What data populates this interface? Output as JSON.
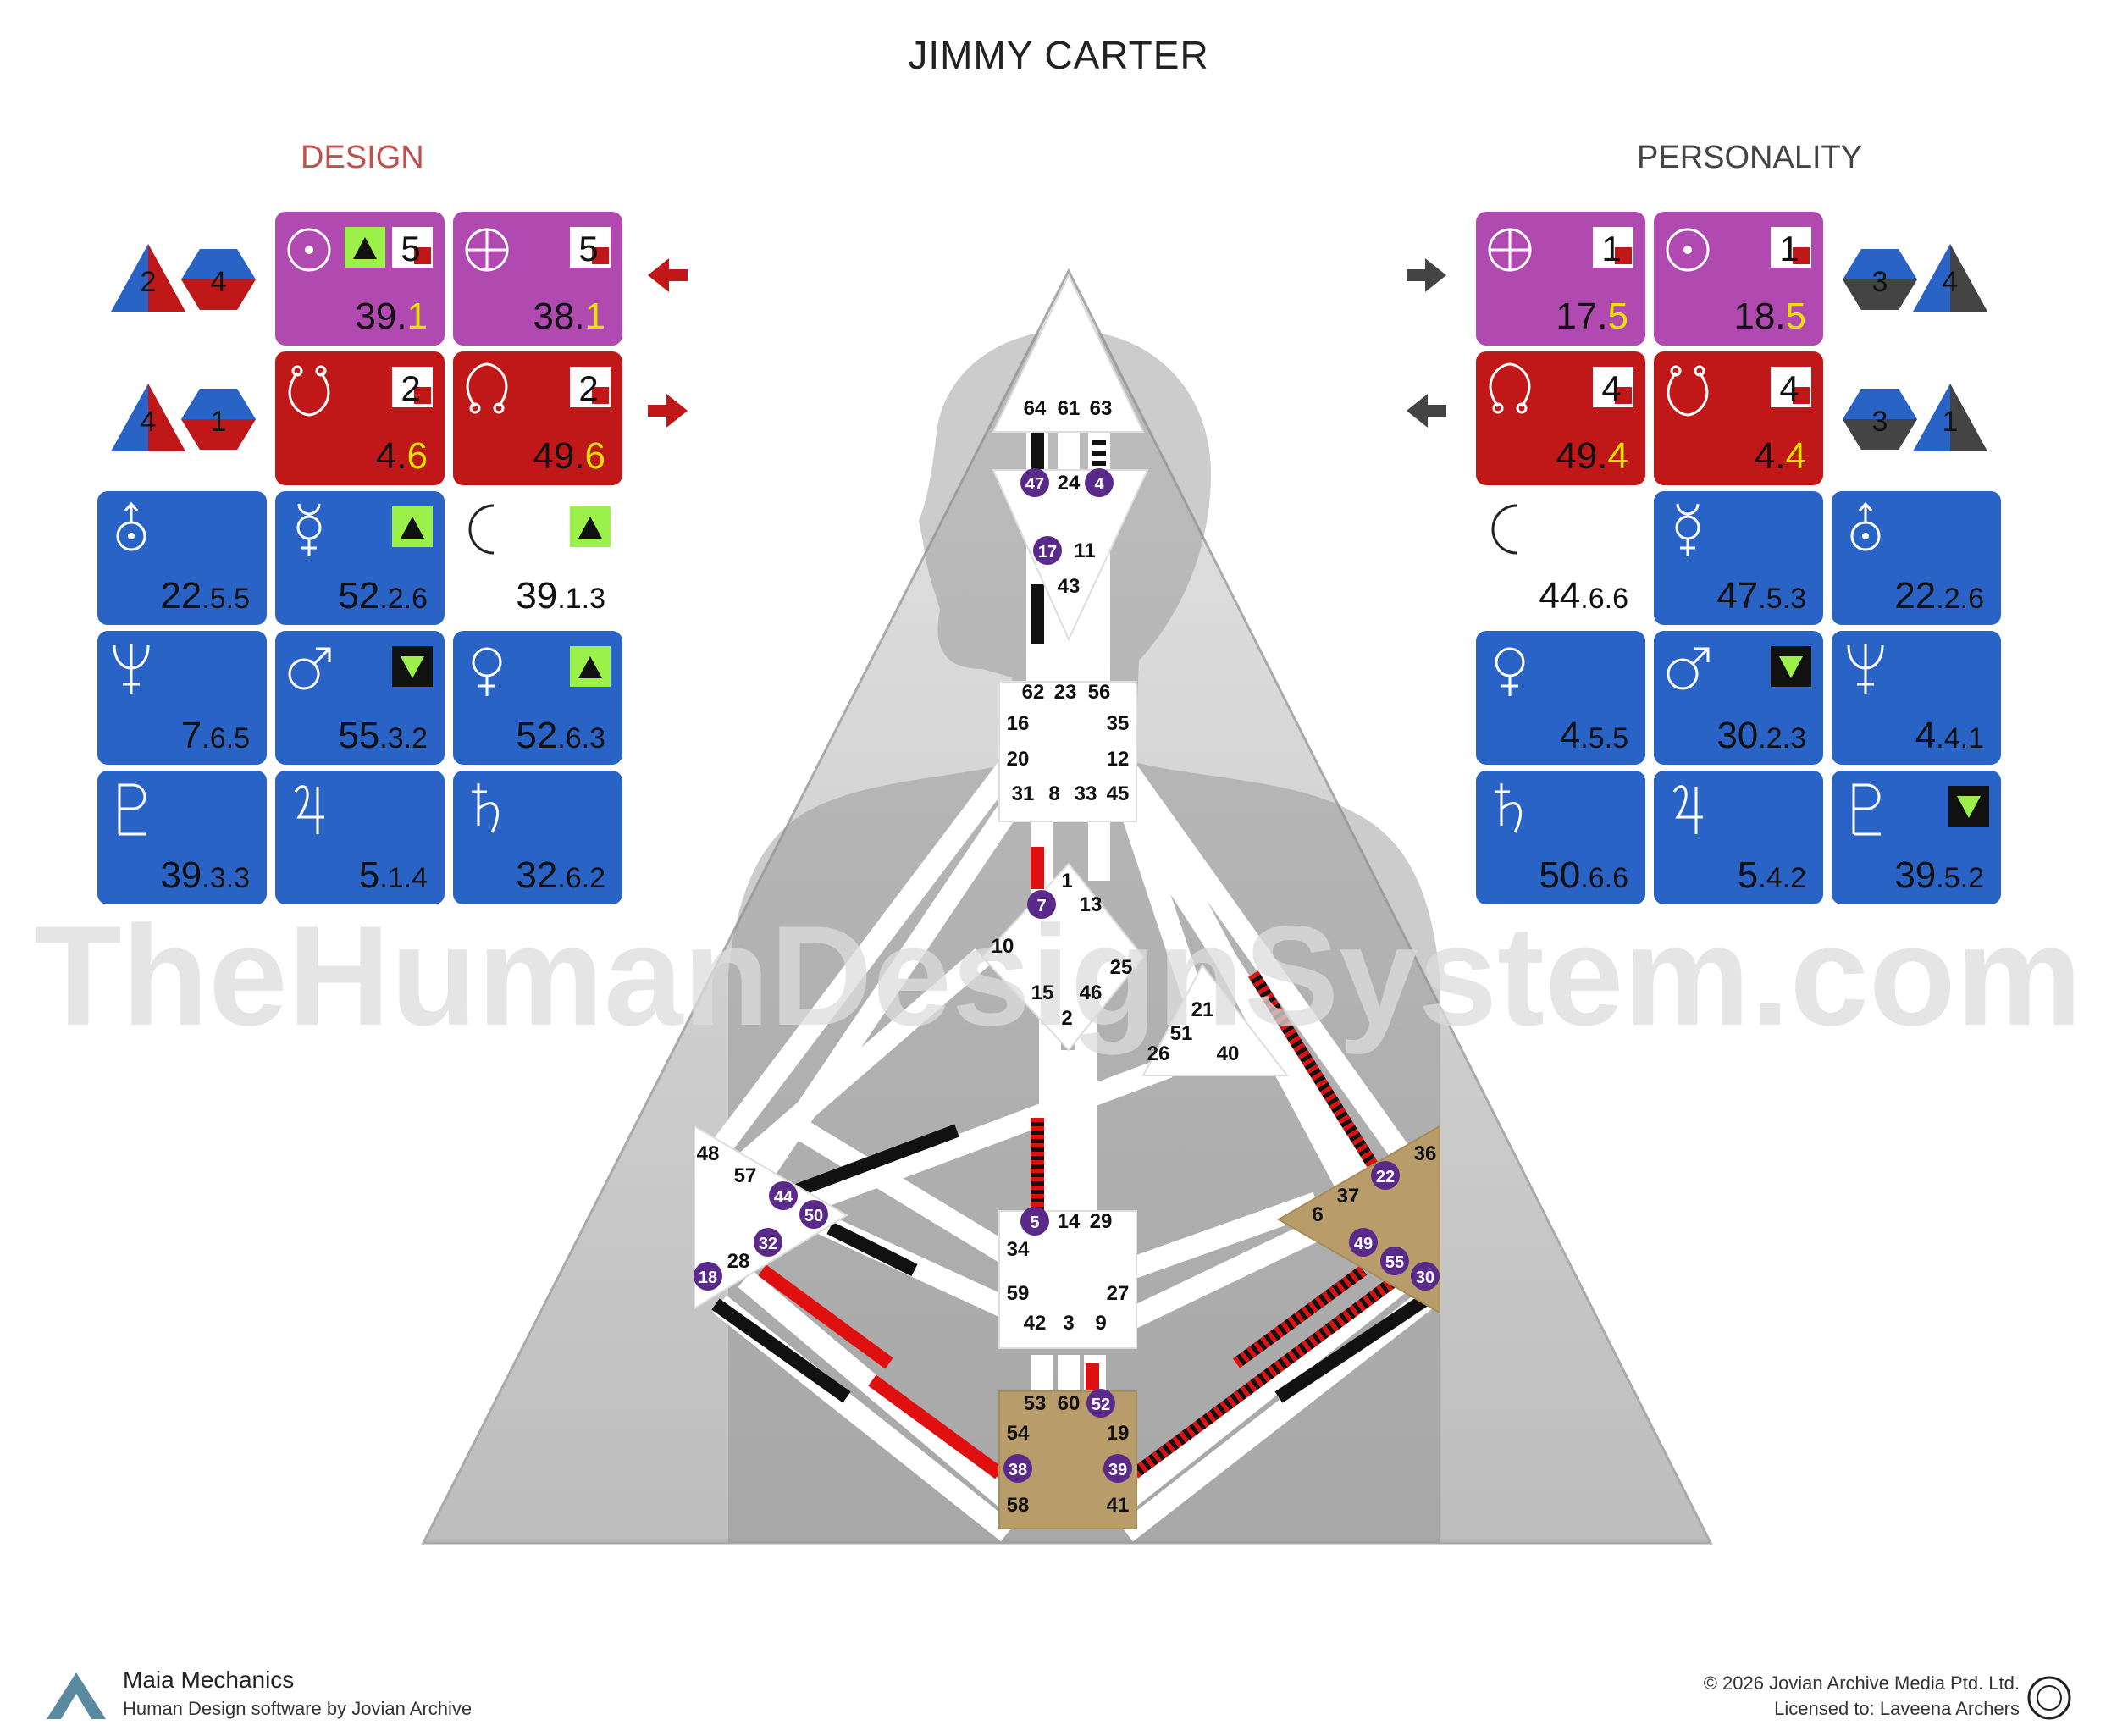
{
  "title": "JIMMY CARTER",
  "design": {
    "heading": "DESIGN",
    "row1": [
      {
        "symbol": "sun-icon",
        "value": "39",
        "line": "1",
        "line_color": "yellow",
        "badge": "5",
        "arrow": "up"
      },
      {
        "symbol": "earth-icon",
        "value": "38",
        "line": "1",
        "line_color": "yellow",
        "badge": "5"
      }
    ],
    "row2": [
      {
        "symbol": "south-node-icon",
        "value": "4",
        "line": "6",
        "line_color": "yellow",
        "badge": "2"
      },
      {
        "symbol": "north-node-icon",
        "value": "49",
        "line": "6",
        "line_color": "yellow",
        "badge": "2"
      }
    ],
    "shapes_row1": [
      "2",
      "4"
    ],
    "shapes_row2": [
      "4",
      "1"
    ],
    "planets": [
      {
        "symbol": "uranus-icon",
        "value": "22",
        "sub": "5.5"
      },
      {
        "symbol": "mercury-icon",
        "value": "52",
        "sub": "2.6",
        "arrow": "up"
      },
      {
        "symbol": "moon-icon",
        "value": "39",
        "sub": "1.3",
        "arrow": "up"
      },
      {
        "symbol": "neptune-icon",
        "value": "7",
        "sub": "6.5"
      },
      {
        "symbol": "mars-icon",
        "value": "55",
        "sub": "3.2",
        "arrow": "down"
      },
      {
        "symbol": "venus-icon",
        "value": "52",
        "sub": "6.3",
        "arrow": "up"
      },
      {
        "symbol": "pluto-icon",
        "value": "39",
        "sub": "3.3"
      },
      {
        "symbol": "jupiter-icon",
        "value": "5",
        "sub": "1.4"
      },
      {
        "symbol": "saturn-icon",
        "value": "32",
        "sub": "6.2"
      }
    ]
  },
  "personality": {
    "heading": "PERSONALITY",
    "row1": [
      {
        "symbol": "earth-icon",
        "value": "17",
        "line": "5",
        "line_color": "yellow",
        "badge": "1"
      },
      {
        "symbol": "sun-icon",
        "value": "18",
        "line": "5",
        "line_color": "yellow",
        "badge": "1"
      }
    ],
    "row2": [
      {
        "symbol": "north-node-icon",
        "value": "49",
        "line": "4",
        "line_color": "yellow",
        "badge": "4"
      },
      {
        "symbol": "south-node-icon",
        "value": "4",
        "line": "4",
        "line_color": "yellow",
        "badge": "4"
      }
    ],
    "shapes_row1": [
      "3",
      "4"
    ],
    "shapes_row2": [
      "3",
      "1"
    ],
    "planets": [
      {
        "symbol": "moon-icon",
        "value": "44",
        "sub": "6.6"
      },
      {
        "symbol": "mercury-icon",
        "value": "47",
        "sub": "5.3"
      },
      {
        "symbol": "uranus-icon",
        "value": "22",
        "sub": "2.6"
      },
      {
        "symbol": "venus-icon",
        "value": "4",
        "sub": "5.5"
      },
      {
        "symbol": "mars-icon",
        "value": "30",
        "sub": "2.3",
        "arrow": "down"
      },
      {
        "symbol": "neptune-icon",
        "value": "4",
        "sub": "4.1"
      },
      {
        "symbol": "saturn-icon",
        "value": "50",
        "sub": "6.6"
      },
      {
        "symbol": "jupiter-icon",
        "value": "5",
        "sub": "4.2"
      },
      {
        "symbol": "pluto-icon",
        "value": "39",
        "sub": "5.2",
        "arrow": "down"
      }
    ]
  },
  "watermark": "TheHumanDesignSystem.com",
  "centers": {
    "head": [
      "64",
      "61",
      "63"
    ],
    "ajna": [
      "47",
      "24",
      "4",
      "17",
      "11",
      "43"
    ],
    "throat": [
      "62",
      "23",
      "56",
      "16",
      "35",
      "20",
      "12",
      "31",
      "8",
      "33",
      "45"
    ],
    "g": [
      "1",
      "7",
      "13",
      "10",
      "25",
      "15",
      "46",
      "2"
    ],
    "heart": [
      "21",
      "51",
      "26",
      "40"
    ],
    "spleen": [
      "48",
      "57",
      "44",
      "50",
      "32",
      "28",
      "18"
    ],
    "solar_plexus": [
      "36",
      "22",
      "37",
      "6",
      "49",
      "55",
      "30"
    ],
    "sacral": [
      "5",
      "14",
      "29",
      "34",
      "27",
      "59",
      "42",
      "3",
      "9"
    ],
    "root": [
      "53",
      "60",
      "52",
      "54",
      "19",
      "38",
      "39",
      "58",
      "41"
    ]
  },
  "activated_gates": [
    "47",
    "4",
    "17",
    "7",
    "44",
    "50",
    "32",
    "18",
    "22",
    "49",
    "55",
    "30",
    "5",
    "52",
    "38",
    "39"
  ],
  "colors": {
    "design_red": "#c0504d",
    "magenta": "#b04ab0",
    "red": "#c01818",
    "blue": "#2a63c6",
    "activated": "#5a2a8a",
    "motor": "#b89c6a",
    "channel_red": "#e01010"
  },
  "footer": {
    "brand": "Maia Mechanics",
    "tagline": "Human Design software by Jovian Archive",
    "copyright": "© 2026 Jovian Archive Media Ptd. Ltd.",
    "license": "Licensed to: Laveena Archers"
  }
}
